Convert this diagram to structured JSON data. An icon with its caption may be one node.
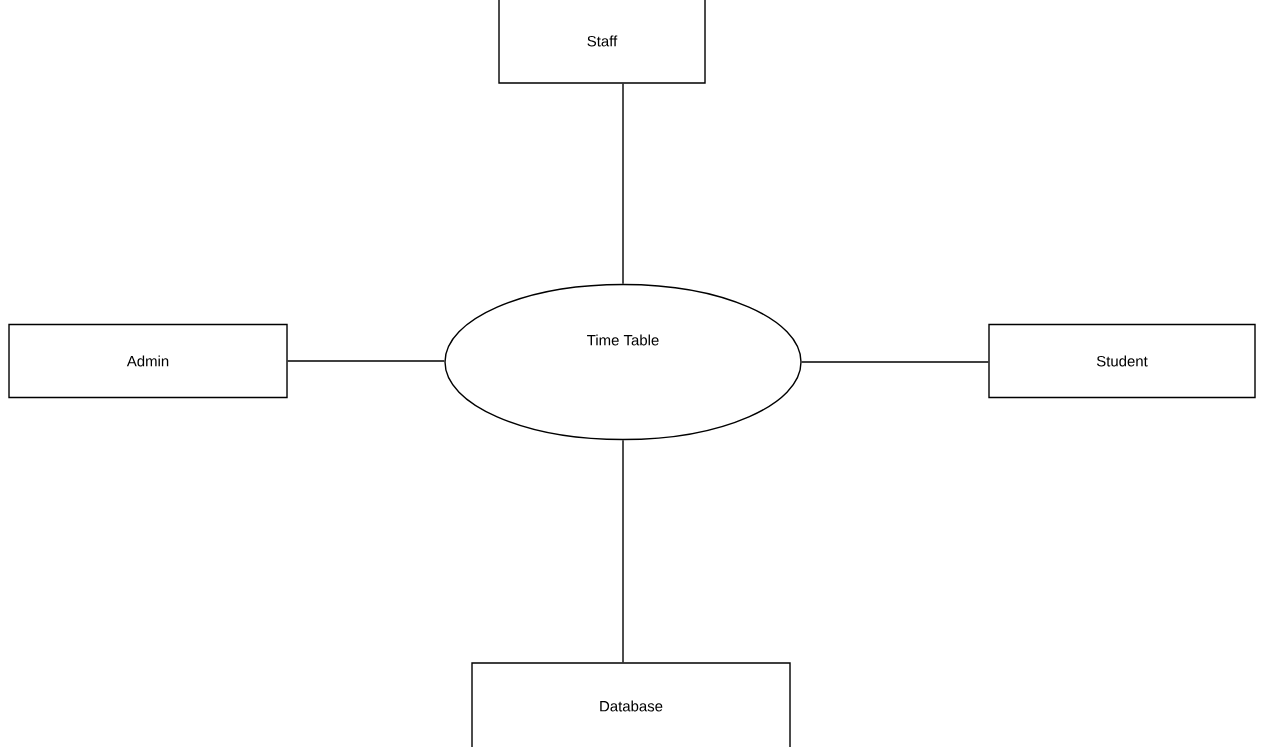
{
  "diagram": {
    "nodes": [
      {
        "text": [
          "Staff"
        ]
      },
      {
        "text": [
          "Admin"
        ]
      },
      {
        "text": [
          "Time Table"
        ]
      },
      {
        "text": [
          "Student"
        ]
      },
      {
        "text": [
          "Database"
        ]
      }
    ],
    "edges": [
      {
        "from": 0,
        "to": 2,
        "arrow": "none"
      },
      {
        "from": 1,
        "to": 2,
        "arrow": "none"
      },
      {
        "from": 2,
        "to": 3,
        "arrow": "none"
      },
      {
        "from": 2,
        "to": 4,
        "arrow": "none"
      }
    ]
  }
}
